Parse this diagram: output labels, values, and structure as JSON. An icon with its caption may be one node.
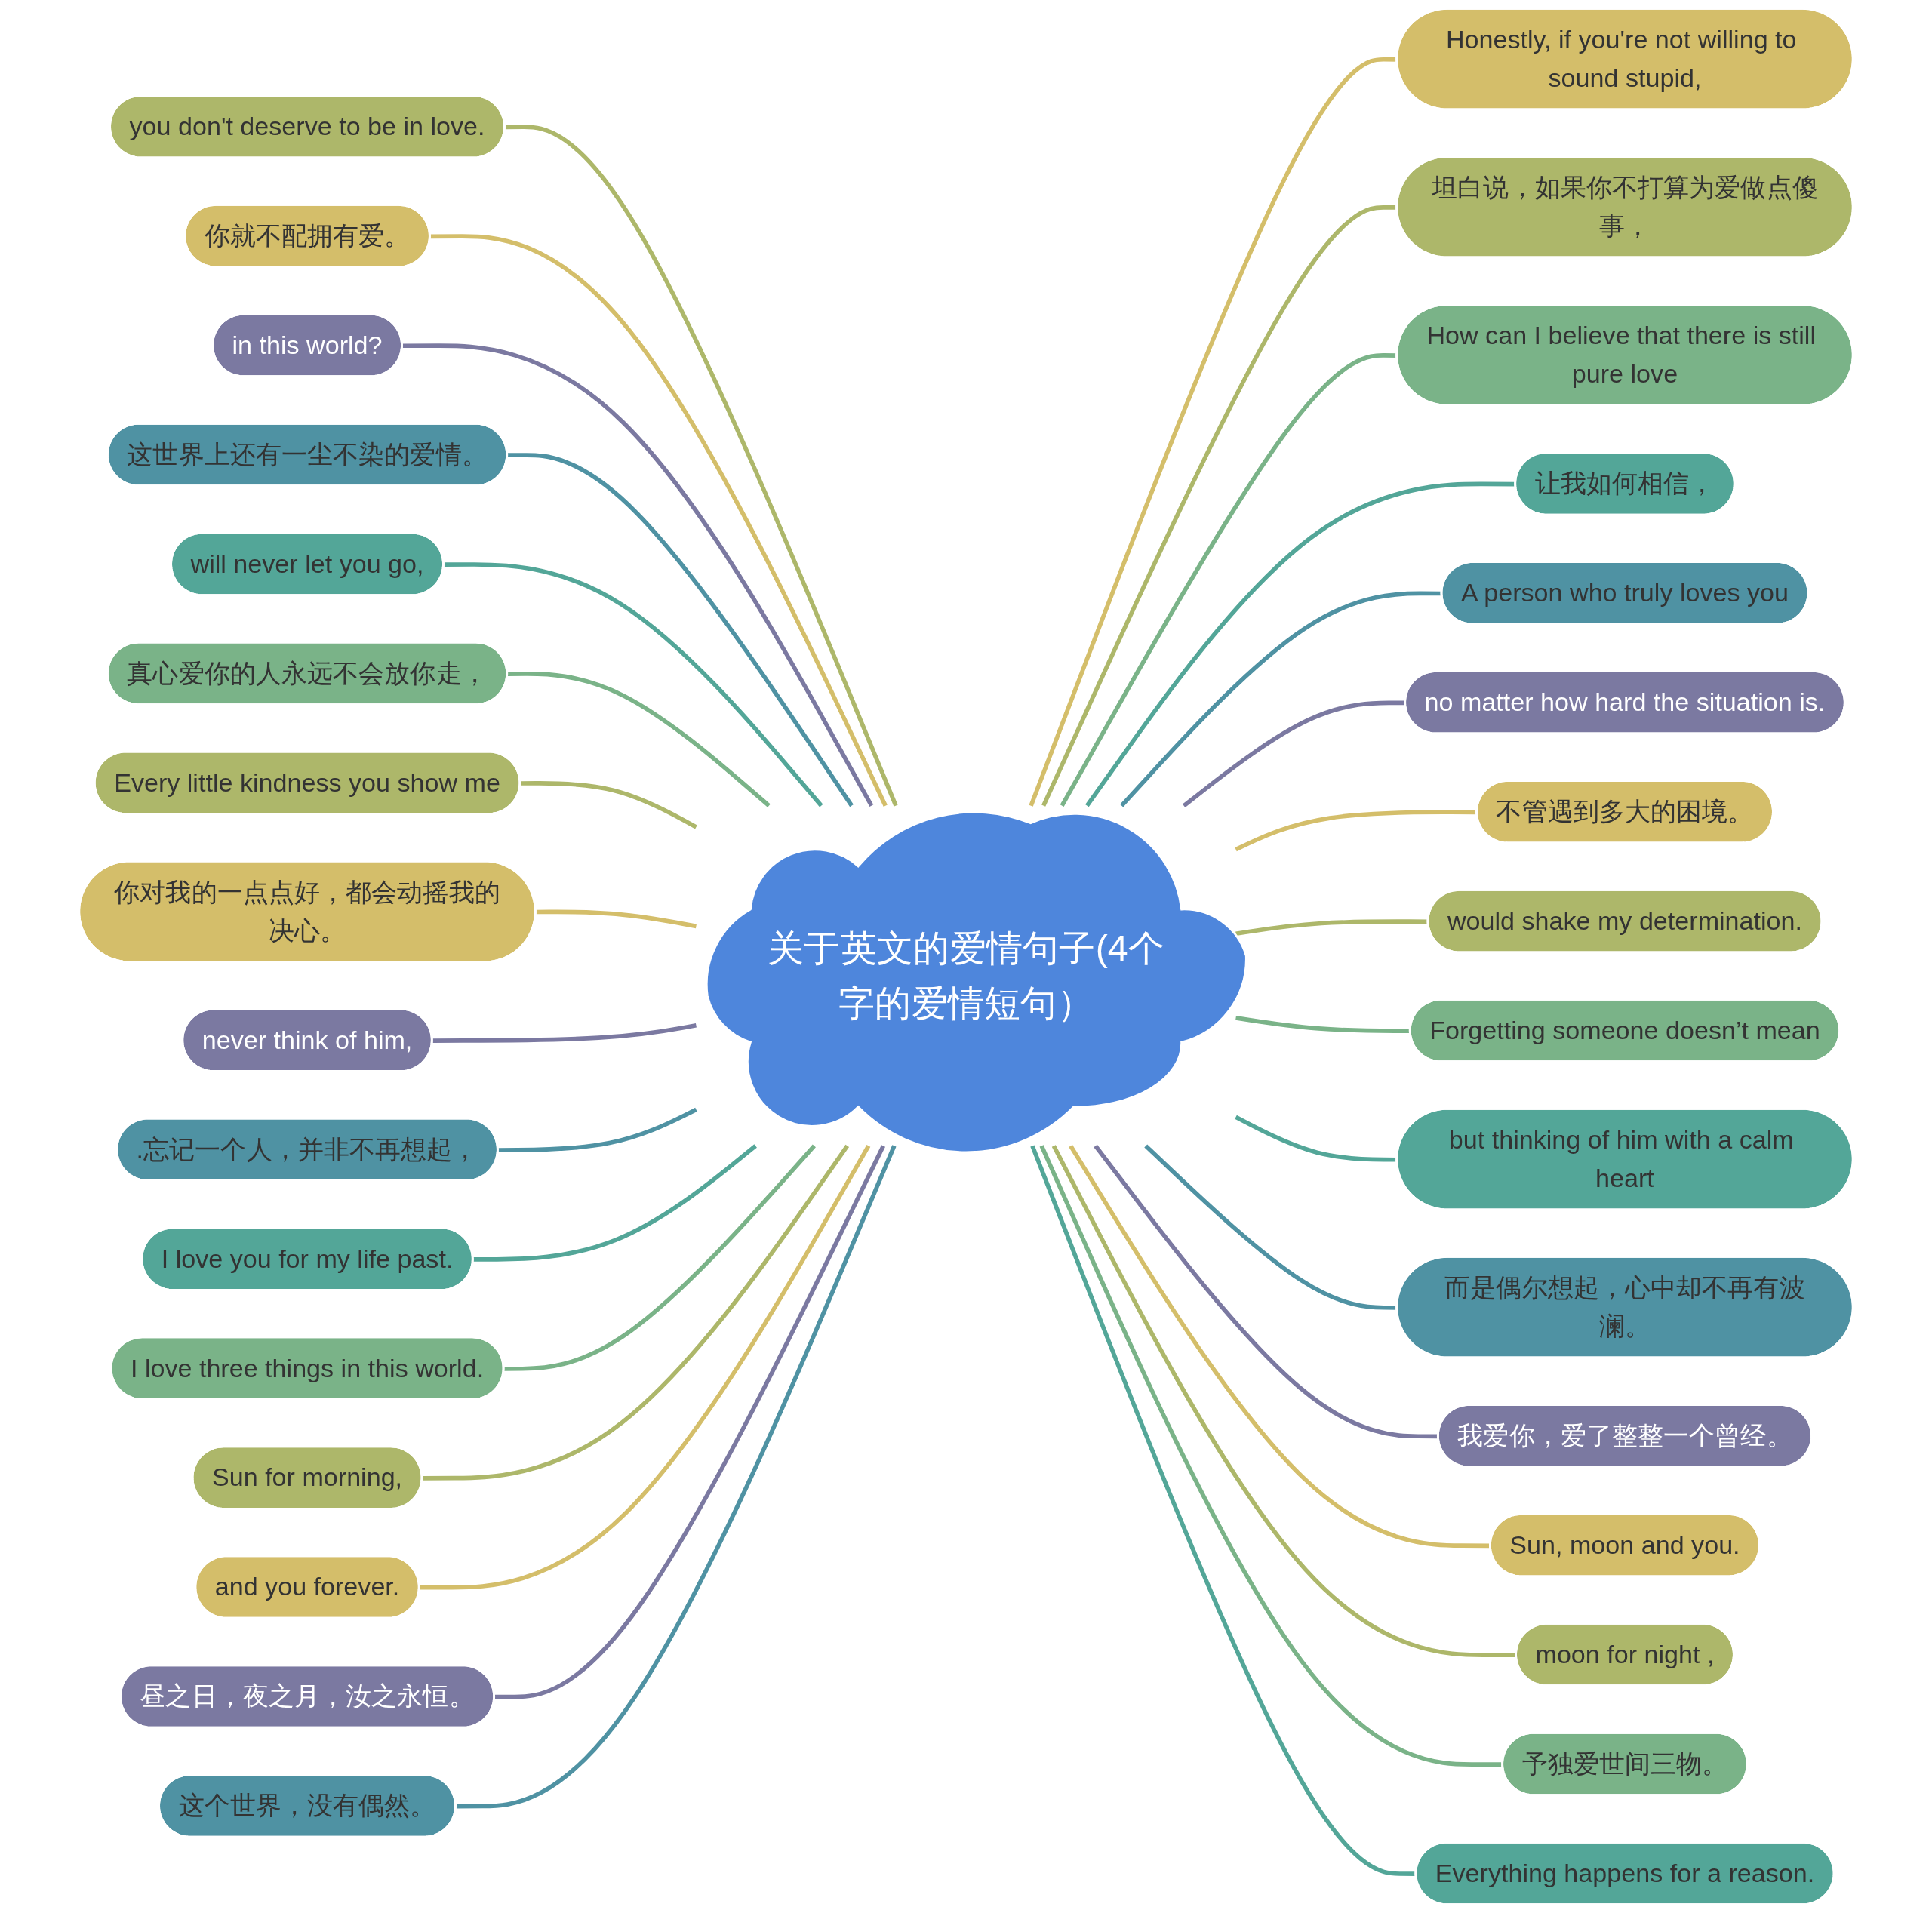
{
  "diagram": {
    "nodes": [
      {
        "text": [
          "关于英文的爱情句子(4个字的爱情短句）"
        ]
      },
      {
        "text": [
          "Honestly, if you're not willing to sound stupid,"
        ]
      },
      {
        "text": [
          "坦白说，如果你不打算为爱做点傻事，"
        ]
      },
      {
        "text": [
          "How can I believe that there is still pure love"
        ]
      },
      {
        "text": [
          "让我如何相信，"
        ]
      },
      {
        "text": [
          "A person who truly loves you"
        ]
      },
      {
        "text": [
          "no matter how hard the situation is."
        ]
      },
      {
        "text": [
          "不管遇到多大的困境。"
        ]
      },
      {
        "text": [
          "would shake my determination."
        ]
      },
      {
        "text": [
          "Forgetting someone doesn’t mean"
        ]
      },
      {
        "text": [
          "but thinking of him with a calm heart"
        ]
      },
      {
        "text": [
          "而是偶尔想起，心中却不再有波澜。"
        ]
      },
      {
        "text": [
          "我爱你，爱了整整一个曾经。"
        ]
      },
      {
        "text": [
          "Sun, moon and you."
        ]
      },
      {
        "text": [
          "moon for night ,"
        ]
      },
      {
        "text": [
          "予独爱世间三物。"
        ]
      },
      {
        "text": [
          "Everything happens for a reason."
        ]
      },
      {
        "text": [
          "you don't deserve to be in love."
        ]
      },
      {
        "text": [
          "你就不配拥有爱。"
        ]
      },
      {
        "text": [
          "in this world?"
        ]
      },
      {
        "text": [
          "这世界上还有一尘不染的爱情。"
        ]
      },
      {
        "text": [
          "will never let you go,"
        ]
      },
      {
        "text": [
          "真心爱你的人永远不会放你走，"
        ]
      },
      {
        "text": [
          "Every little kindness you show me"
        ]
      },
      {
        "text": [
          "你对我的一点点好，都会动摇我的决心。"
        ]
      },
      {
        "text": [
          "never think of him,"
        ]
      },
      {
        "text": [
          ".忘记一个人，并非不再想起，"
        ]
      },
      {
        "text": [
          "I love you for my life past."
        ]
      },
      {
        "text": [
          "I love three things in this world."
        ]
      },
      {
        "text": [
          "Sun for morning,"
        ]
      },
      {
        "text": [
          "and you forever."
        ]
      },
      {
        "text": [
          "昼之日，夜之月，汝之永恒。"
        ]
      },
      {
        "text": [
          "这个世界，没有偶然。"
        ]
      }
    ],
    "edges": [
      {
        "from": 0,
        "to": 1,
        "arrow": "none",
        "color": "#d4be6a"
      },
      {
        "from": 0,
        "to": 2,
        "arrow": "none",
        "color": "#adb76a"
      },
      {
        "from": 0,
        "to": 3,
        "arrow": "none",
        "color": "#7ab388"
      },
      {
        "from": 0,
        "to": 4,
        "arrow": "none",
        "color": "#53a698"
      },
      {
        "from": 0,
        "to": 5,
        "arrow": "none",
        "color": "#4f92a3"
      },
      {
        "from": 0,
        "to": 6,
        "arrow": "none",
        "color": "#7b79a1"
      },
      {
        "from": 0,
        "to": 7,
        "arrow": "none",
        "color": "#d4be6a"
      },
      {
        "from": 0,
        "to": 8,
        "arrow": "none",
        "color": "#adb76a"
      },
      {
        "from": 0,
        "to": 9,
        "arrow": "none",
        "color": "#7ab388"
      },
      {
        "from": 0,
        "to": 10,
        "arrow": "none",
        "color": "#53a698"
      },
      {
        "from": 0,
        "to": 11,
        "arrow": "none",
        "color": "#4f92a3"
      },
      {
        "from": 0,
        "to": 12,
        "arrow": "none",
        "color": "#7b79a1"
      },
      {
        "from": 0,
        "to": 13,
        "arrow": "none",
        "color": "#d4be6a"
      },
      {
        "from": 0,
        "to": 14,
        "arrow": "none",
        "color": "#adb76a"
      },
      {
        "from": 0,
        "to": 15,
        "arrow": "none",
        "color": "#7ab388"
      },
      {
        "from": 0,
        "to": 16,
        "arrow": "none",
        "color": "#53a698"
      },
      {
        "from": 0,
        "to": 17,
        "arrow": "none",
        "color": "#adb76a"
      },
      {
        "from": 0,
        "to": 18,
        "arrow": "none",
        "color": "#d4be6a"
      },
      {
        "from": 0,
        "to": 19,
        "arrow": "none",
        "color": "#7b79a1"
      },
      {
        "from": 0,
        "to": 20,
        "arrow": "none",
        "color": "#4f92a3"
      },
      {
        "from": 0,
        "to": 21,
        "arrow": "none",
        "color": "#53a698"
      },
      {
        "from": 0,
        "to": 22,
        "arrow": "none",
        "color": "#7ab388"
      },
      {
        "from": 0,
        "to": 23,
        "arrow": "none",
        "color": "#adb76a"
      },
      {
        "from": 0,
        "to": 24,
        "arrow": "none",
        "color": "#d4be6a"
      },
      {
        "from": 0,
        "to": 25,
        "arrow": "none",
        "color": "#7b79a1"
      },
      {
        "from": 0,
        "to": 26,
        "arrow": "none",
        "color": "#4f92a3"
      },
      {
        "from": 0,
        "to": 27,
        "arrow": "none",
        "color": "#53a698"
      },
      {
        "from": 0,
        "to": 28,
        "arrow": "none",
        "color": "#7ab388"
      },
      {
        "from": 0,
        "to": 29,
        "arrow": "none",
        "color": "#adb76a"
      },
      {
        "from": 0,
        "to": 30,
        "arrow": "none",
        "color": "#d4be6a"
      },
      {
        "from": 0,
        "to": 31,
        "arrow": "none",
        "color": "#7b79a1"
      },
      {
        "from": 0,
        "to": 32,
        "arrow": "none",
        "color": "#4f92a3"
      }
    ]
  }
}
